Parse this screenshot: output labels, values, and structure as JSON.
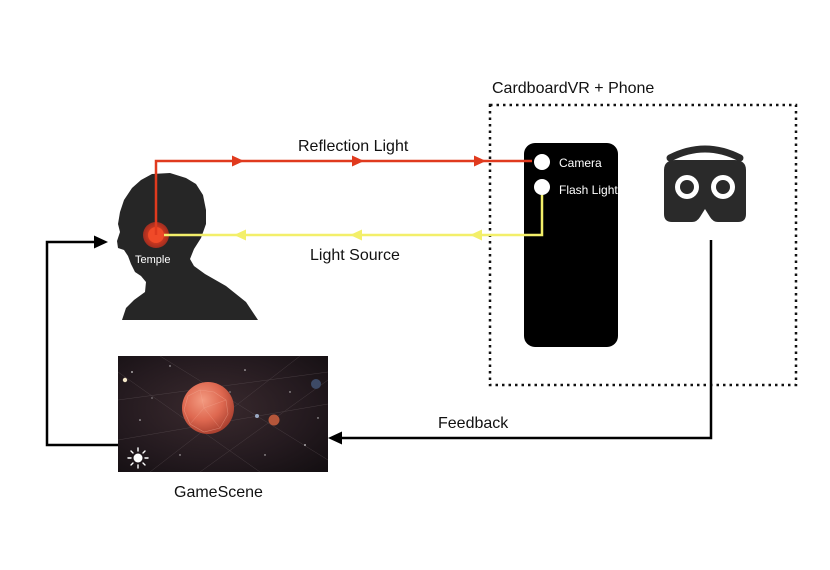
{
  "labels": {
    "device_group": "CardboardVR + Phone",
    "reflection": "Reflection Light",
    "light_source": "Light Source",
    "feedback": "Feedback",
    "game_scene": "GameScene",
    "temple": "Temple",
    "camera": "Camera",
    "flash": "Flash Light"
  },
  "icons": {
    "head": "head-silhouette-icon",
    "vr_headset": "vr-headset-icon",
    "sun": "sun-icon",
    "planet": "planet-icon"
  },
  "colors": {
    "reflection_line": "#e03a1e",
    "light_source_line": "#f3ef6a",
    "feedback_line": "#000000",
    "temple_spot": "#e33a20",
    "phone": "#000000",
    "planet": "#e0705a"
  }
}
